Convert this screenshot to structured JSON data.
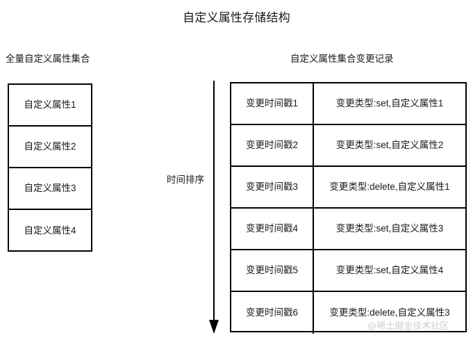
{
  "diagram": {
    "title": "自定义属性存储结构",
    "left_column_header": "全量自定义属性集合",
    "right_column_header": "自定义属性集合变更记录",
    "arrow_label": "时间排序",
    "arrow_direction": "down",
    "watermark": "@稀土掘金技术社区",
    "colors": {
      "background": "#ffffff",
      "border": "#000000",
      "text": "#1a1a1a",
      "watermark": "#cfcfcf"
    }
  },
  "attributes_table": {
    "rows": [
      {
        "label": "自定义属性1"
      },
      {
        "label": "自定义属性2"
      },
      {
        "label": "自定义属性3"
      },
      {
        "label": "自定义属性4"
      }
    ]
  },
  "changelog_table": {
    "rows": [
      {
        "timestamp": "变更时间戳1",
        "change": "变更类型:set,自定义属性1"
      },
      {
        "timestamp": "变更时间戳2",
        "change": "变更类型:set,自定义属性2"
      },
      {
        "timestamp": "变更时间戳3",
        "change": "变更类型:delete,自定义属性1"
      },
      {
        "timestamp": "变更时间戳4",
        "change": "变更类型:set,自定义属性3"
      },
      {
        "timestamp": "变更时间戳5",
        "change": "变更类型:set,自定义属性4"
      },
      {
        "timestamp": "变更时间戳6",
        "change": "变更类型:delete,自定义属性3"
      }
    ]
  }
}
